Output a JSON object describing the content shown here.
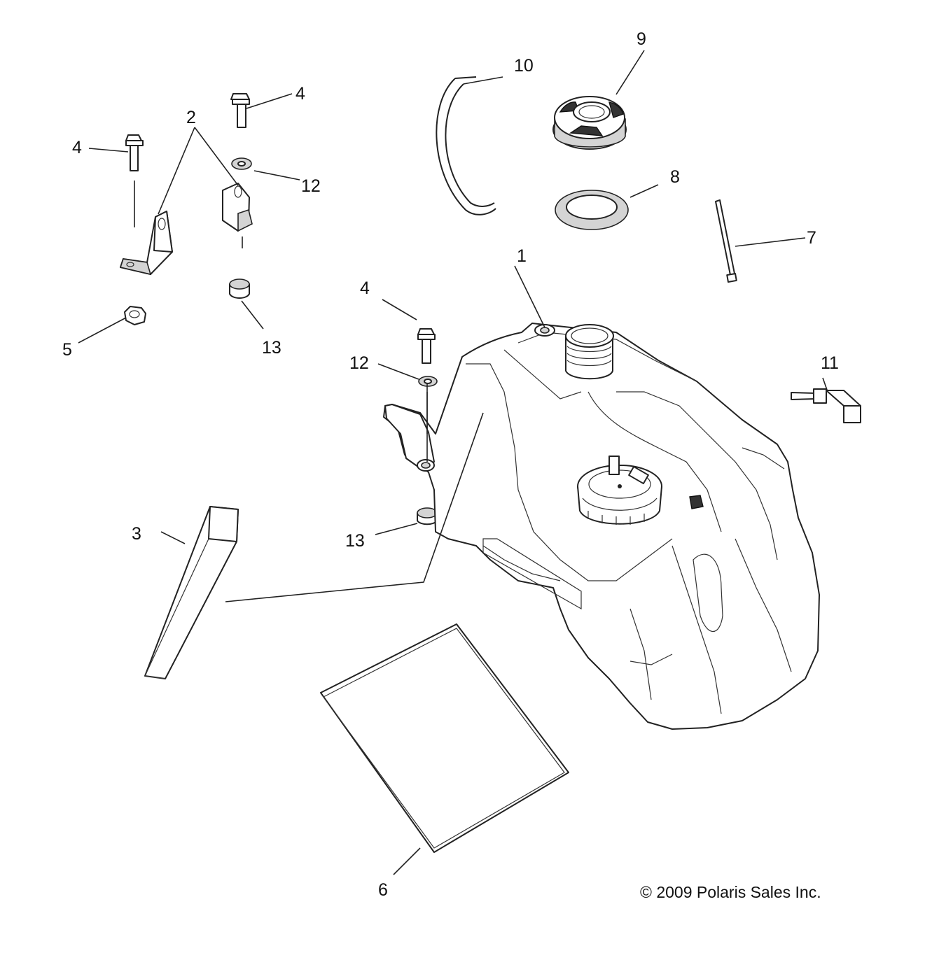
{
  "callouts": [
    "1",
    "2",
    "3",
    "4",
    "5",
    "6",
    "7",
    "8",
    "9",
    "10",
    "11",
    "12",
    "13"
  ],
  "copyright": "© 2009 Polaris Sales Inc."
}
